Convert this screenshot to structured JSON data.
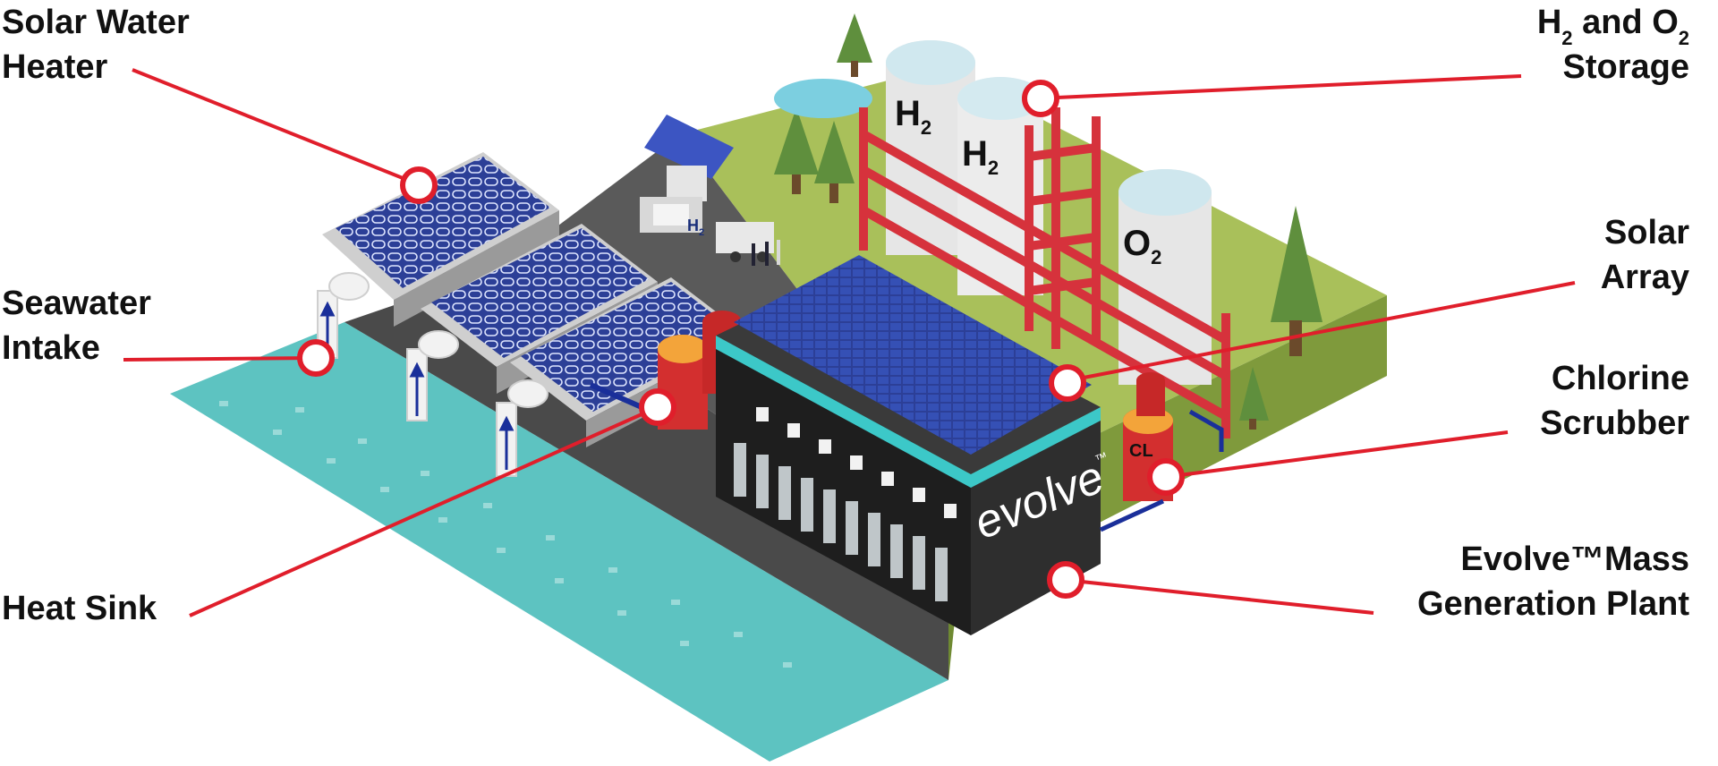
{
  "colors": {
    "accent_red": "#e01e2b",
    "water": "#5dc3c1",
    "ground_top": "#a9c05a",
    "ground_side": "#7f9a3c",
    "building_dark": "#2a2a2a",
    "building_accent": "#3cc8c8",
    "solar_panel": "#2c3f97",
    "tank_white": "#e6e6e6",
    "tank_red": "#d32f2f",
    "tree_green": "#5f8f3d"
  },
  "callouts": {
    "solar_water_heater": {
      "line1": "Solar Water",
      "line2": "Heater"
    },
    "seawater_intake": {
      "line1": "Seawater",
      "line2": "Intake"
    },
    "heat_sink": {
      "line1": "Heat Sink"
    },
    "storage": {
      "line1_prefix": "H",
      "sub1": "2",
      "mid": " and O",
      "sub2": "2",
      "line2": "Storage"
    },
    "solar_array": {
      "line1": "Solar",
      "line2": "Array"
    },
    "chlorine_scrubber": {
      "line1": "Chlorine",
      "line2": "Scrubber"
    },
    "plant": {
      "line1": "Evolve™Mass",
      "line2": "Generation Plant"
    }
  },
  "illustration_text": {
    "brand_logo": "evolve",
    "trademark": "™",
    "tank_h2": "H",
    "tank_h2_sub": "2",
    "tank_o2": "O",
    "tank_o2_sub": "2",
    "scrubber_label": "CL",
    "truck_label": "H",
    "truck_label_sub": "2"
  },
  "icons": [
    "callout-marker-icon",
    "tree-icon",
    "solar-panel-icon",
    "storage-tank-icon",
    "intake-pipe-icon"
  ]
}
